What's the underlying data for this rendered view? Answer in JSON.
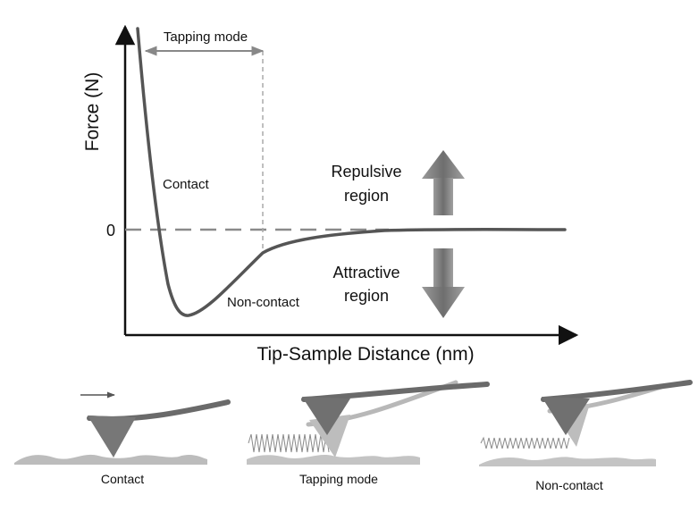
{
  "chart": {
    "y_axis_label": "Force (N)",
    "x_axis_label": "Tip-Sample Distance (nm)",
    "zero_tick": "0",
    "tapping_mode_label": "Tapping mode",
    "contact_label": "Contact",
    "non_contact_label": "Non-contact",
    "repulsive": {
      "line1": "Repulsive",
      "line2": "region"
    },
    "attractive": {
      "line1": "Attractive",
      "line2": "region"
    }
  },
  "panels": [
    {
      "label": "Contact"
    },
    {
      "label": "Tapping mode"
    },
    {
      "label": "Non-contact"
    }
  ],
  "colors": {
    "curve": "#555555",
    "axis": "#111111",
    "zero_line": "#8a8a8a",
    "arrow": "#808080",
    "cantilever": "#6a6a6a",
    "surface": "#bcbcbc"
  }
}
